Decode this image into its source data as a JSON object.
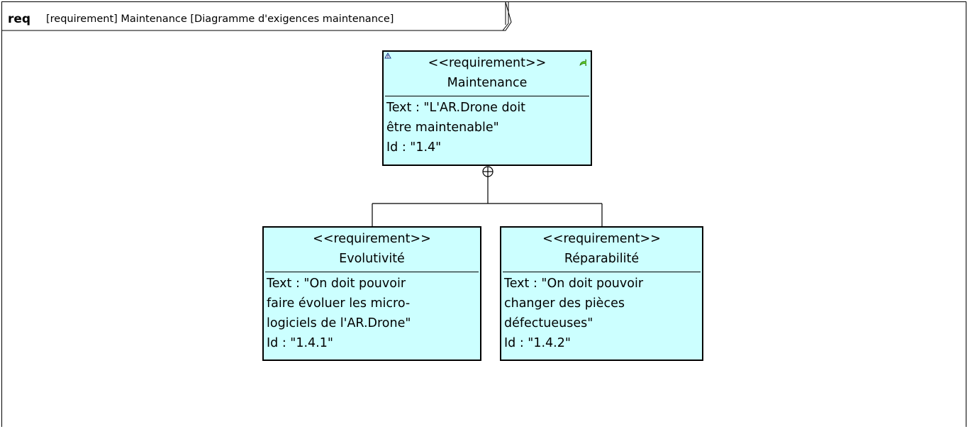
{
  "diagram": {
    "kind": "req",
    "title": "[requirement] Maintenance [Diagramme d'exigences maintenance]"
  },
  "requirements": [
    {
      "stereotype": "<<requirement>>",
      "name": "Maintenance",
      "text_lines": [
        "Text : \"L'AR.Drone doit",
        "être maintenable\""
      ],
      "id": "Id : \"1.4\""
    },
    {
      "stereotype": "<<requirement>>",
      "name": "Evolutivité",
      "text_lines": [
        "Text : \"On doit pouvoir",
        "faire évoluer les micro-",
        "logiciels de l'AR.Drone\""
      ],
      "id": "Id : \"1.4.1\""
    },
    {
      "stereotype": "<<requirement>>",
      "name": "Réparabilité",
      "text_lines": [
        "Text : \"On doit pouvoir",
        "changer des pièces",
        "défectueuses\""
      ],
      "id": "Id : \"1.4.2\""
    }
  ],
  "relations": [
    {
      "type": "containment",
      "from": "Maintenance",
      "to": "Evolutivité"
    },
    {
      "type": "containment",
      "from": "Maintenance",
      "to": "Réparabilité"
    }
  ],
  "colors": {
    "requirement_fill": "#ccffff",
    "border": "#000000"
  },
  "icons": {
    "top_left": "info-icon",
    "top_right": "derive-arrow-icon"
  }
}
